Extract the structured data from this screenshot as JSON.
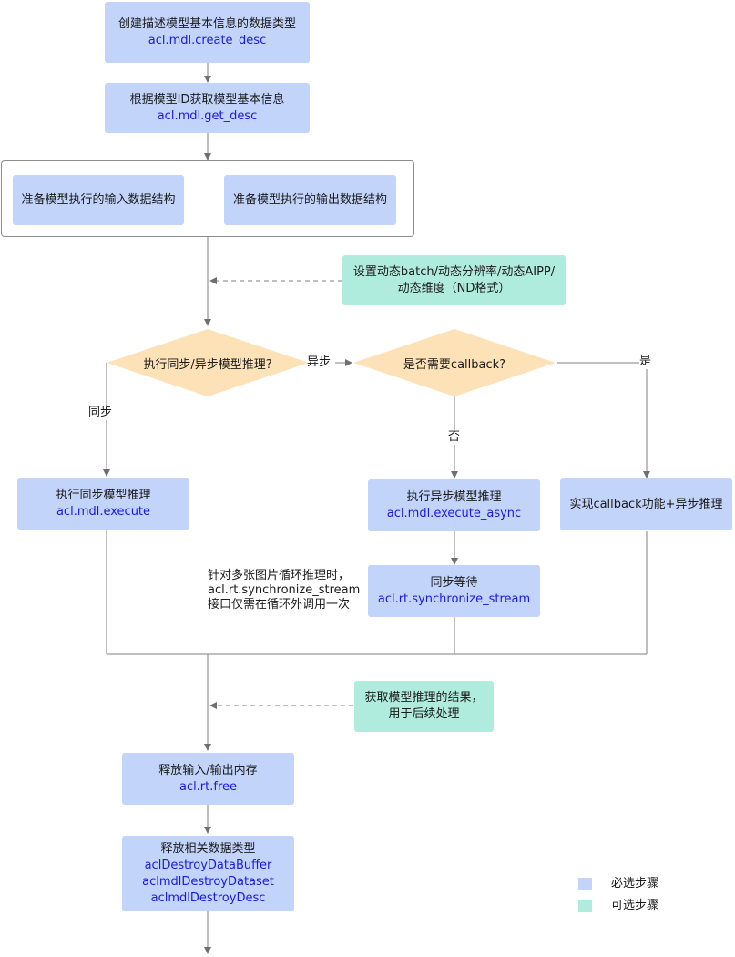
{
  "steps": {
    "create_desc": {
      "title": "创建描述模型基本信息的数据类型",
      "api": "acl.mdl.create_desc"
    },
    "get_desc": {
      "title": "根据模型ID获取模型基本信息",
      "api": "acl.mdl.get_desc"
    },
    "prepare_input": {
      "title": "准备模型执行的输入数据结构"
    },
    "prepare_output": {
      "title": "准备模型执行的输出数据结构"
    },
    "dynamic_set": {
      "line1": "设置动态batch/动态分辨率/动态AIPP/",
      "line2": "动态维度（ND格式）"
    },
    "sync_exec": {
      "title": "执行同步模型推理",
      "api": "acl.mdl.execute"
    },
    "async_exec": {
      "title": "执行异步模型推理",
      "api": "acl.mdl.execute_async"
    },
    "callback_impl": {
      "title": "实现callback功能+异步推理"
    },
    "sync_wait": {
      "title": "同步等待",
      "api": "acl.rt.synchronize_stream"
    },
    "get_result": {
      "line1": "获取模型推理的结果，",
      "line2": "用于后续处理"
    },
    "free_mem": {
      "title": "释放输入/输出内存",
      "api": "acl.rt.free"
    },
    "destroy": {
      "title": "释放相关数据类型",
      "api1": "aclDestroyDataBuffer",
      "api2": "aclmdlDestroyDataset",
      "api3": "aclmdlDestroyDesc"
    }
  },
  "decisions": {
    "sync_or_async": "执行同步/异步模型推理?",
    "need_callback": "是否需要callback?"
  },
  "edge_labels": {
    "async": "异步",
    "sync": "同步",
    "no": "否",
    "yes": "是"
  },
  "note": {
    "line1": "针对多张图片循环推理时，",
    "line2": "acl.rt.synchronize_stream",
    "line3": "接口仅需在循环外调用一次"
  },
  "legend": {
    "required": {
      "label": "必选步骤",
      "color": "#c3d4fb"
    },
    "optional": {
      "label": "可选步骤",
      "color": "#b0ecdd"
    }
  },
  "colors": {
    "api_text": "#1a1adc",
    "decision_fill": "#fde2b8",
    "line": "#7f7f7f"
  }
}
